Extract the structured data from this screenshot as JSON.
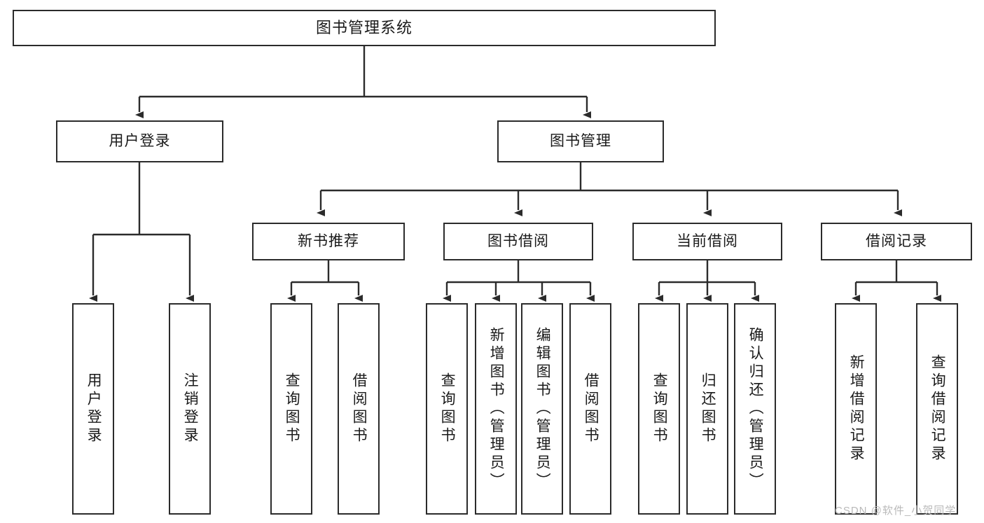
{
  "diagram": {
    "title": "图书管理系统",
    "type": "hierarchy-tree",
    "watermark": "CSDN @软件_小贺同学",
    "colors": {
      "stroke": "#2b2b2b",
      "fill": "#ffffff",
      "text": "#1a1a1a",
      "watermark": "#b9b9b9"
    },
    "levels": {
      "root_label": "图书管理系统",
      "level2": [
        {
          "label": "用户登录"
        },
        {
          "label": "图书管理"
        }
      ],
      "level3": [
        {
          "label": "新书推荐"
        },
        {
          "label": "图书借阅"
        },
        {
          "label": "当前借阅"
        },
        {
          "label": "借阅记录"
        }
      ]
    },
    "nodes": {
      "root": "图书管理系统",
      "user_login": "用户登录",
      "book_manage": "图书管理",
      "new_book_rec": "新书推荐",
      "book_borrow": "图书借阅",
      "current_borrow": "当前借阅",
      "borrow_record": "借阅记录",
      "leaf_user_login": "用户登录",
      "leaf_logout": "注销登录",
      "leaf_query_book_1": "查询图书",
      "leaf_borrow_book_1": "借阅图书",
      "leaf_query_book_2": "查询图书",
      "leaf_add_book_admin": "新增图书（管理员）",
      "leaf_edit_book_admin": "编辑图书（管理员）",
      "leaf_borrow_book_2": "借阅图书",
      "leaf_query_book_3": "查询图书",
      "leaf_return_book": "归还图书",
      "leaf_confirm_return_admin": "确认归还（管理员）",
      "leaf_add_borrow_record": "新增借阅记录",
      "leaf_query_borrow_record": "查询借阅记录"
    }
  }
}
